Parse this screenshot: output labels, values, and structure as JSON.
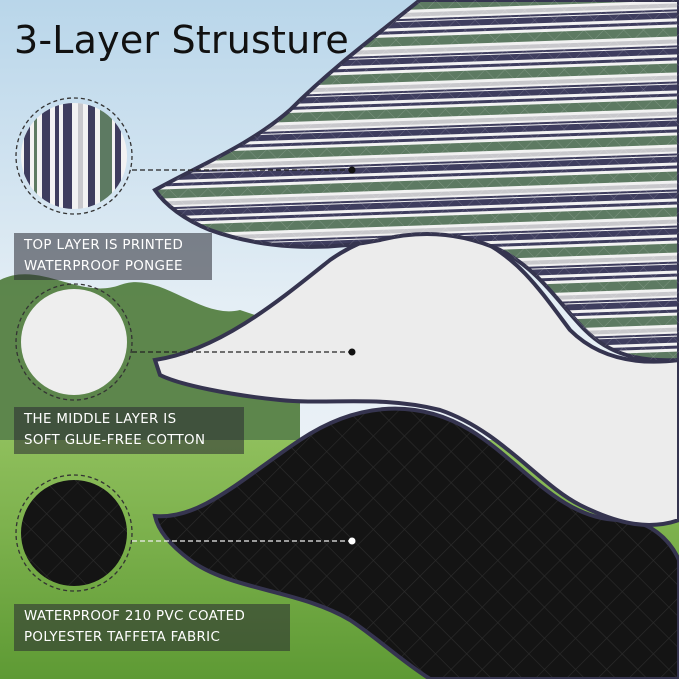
{
  "title": "3-Layer Strusture",
  "layers": [
    {
      "line1": "TOP LAYER IS PRINTED",
      "line2": "WATERPROOF PONGEE",
      "material": "striped-pongee-swatch-icon"
    },
    {
      "line1": "THE MIDDLE LAYER IS",
      "line2": "SOFT GLUE-FREE COTTON",
      "material": "white-cotton-swatch-icon"
    },
    {
      "line1": "WATERPROOF 210 PVC COATED",
      "line2": "POLYESTER TAFFETA FABRIC",
      "material": "black-quilted-swatch-icon"
    }
  ],
  "colors": {
    "stripe_navy": "#3e3d5e",
    "stripe_green": "#5d7a62",
    "stripe_white": "#f2f2f2",
    "cotton": "#ececec",
    "taffeta": "#151515",
    "binding": "#35344f",
    "label_bg": "#2a2a35"
  }
}
